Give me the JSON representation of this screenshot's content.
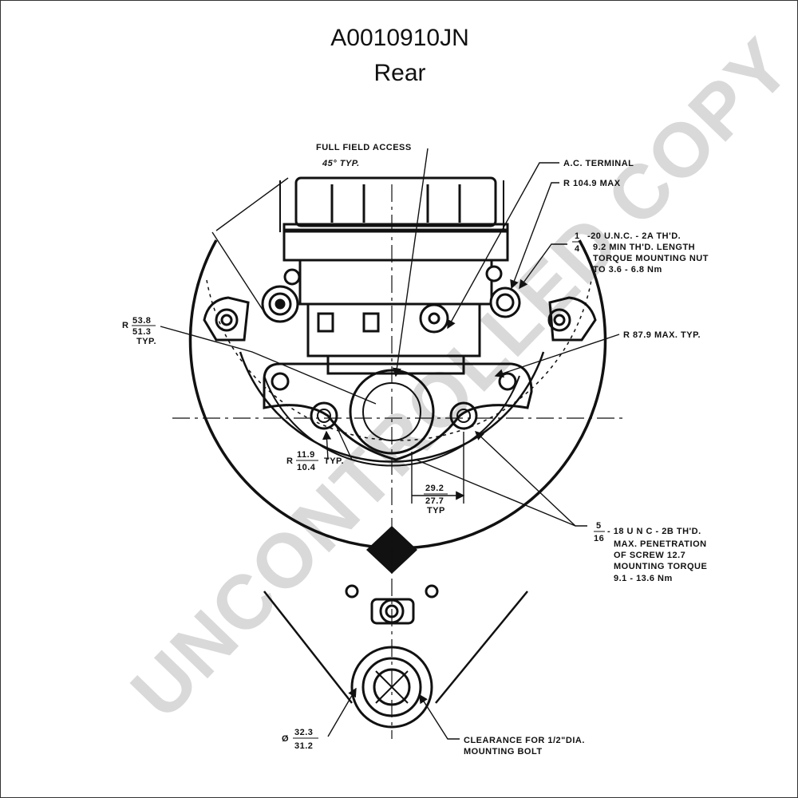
{
  "header": {
    "part_number": "A0010910JN",
    "view": "Rear"
  },
  "watermark": "UNCONTROLLED COPY",
  "annotations": {
    "full_field_access": "FULL FIELD ACCESS",
    "angle_typ": "45° TYP.",
    "ac_terminal": "A.C. TERMINAL",
    "r_max": "R 104.9 MAX",
    "stud_frac_num": "1",
    "stud_frac_den": "4",
    "stud_line1": "-20 U.N.C. - 2A TH'D.",
    "stud_line2": "9.2 MIN TH'D. LENGTH",
    "stud_line3": "TORQUE MOUNTING NUT",
    "stud_line4": "TO 3.6 - 6.8 Nm",
    "r_left_prefix": "R",
    "r_left_num": "53.8",
    "r_left_den": "51.3",
    "r_left_typ": "TYP.",
    "r_right": "R 87.9 MAX. TYP.",
    "r_hole_prefix": "R",
    "r_hole_num": "11.9",
    "r_hole_den": "10.4",
    "r_hole_typ": "TYP.",
    "dim_num": "29.2",
    "dim_den": "27.7",
    "dim_typ": "TYP",
    "screw_frac_num": "5",
    "screw_frac_den": "16",
    "screw_line1": "- 18 U N C - 2B TH'D.",
    "screw_line2": "MAX. PENETRATION",
    "screw_line3": "OF SCREW 12.7",
    "screw_line4": "MOUNTING TORQUE",
    "screw_line5": "9.1 - 13.6 Nm",
    "dia_prefix": "Ø",
    "dia_num": "32.3",
    "dia_den": "31.2",
    "clearance_line1": "CLEARANCE FOR 1/2\"DIA.",
    "clearance_line2": "MOUNTING BOLT"
  }
}
